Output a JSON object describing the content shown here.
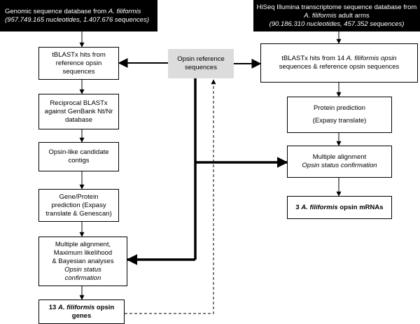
{
  "genomic_db": {
    "line1_a": "Genomic sequence database from ",
    "line1_species": "A. filiformis",
    "line2": "(957.749.165  nucleotides, 1.407.676 sequences)"
  },
  "transcriptome_db": {
    "line1": "HiSeq Illumina transcriptome sequence database from",
    "line2_species": "A. filiformis",
    "line2_b": " adult arms",
    "line3": "(90.186.310 nucleotides, 457.352 sequences)"
  },
  "opsin_reference": {
    "line1": "Opsin reference",
    "line2": "sequences"
  },
  "left_steps": {
    "tblastx": [
      "tBLASTx hits from",
      "reference opsin",
      "sequences"
    ],
    "reciprocal": [
      "Reciprocal BLASTx",
      "against GenBank Nt/Nr",
      "database"
    ],
    "candidates": [
      "Opsin-like candidate",
      "contigs"
    ],
    "prediction": [
      "Gene/Protein",
      "prediction (Expasy",
      "translate & Genescan)"
    ],
    "alignment": {
      "lines": [
        "Multiple alignment,",
        "Maximum likelihood",
        "& Bayesian analyses"
      ],
      "italic": [
        "Opsin status",
        "confirmation"
      ]
    },
    "result": {
      "count": "13 ",
      "species": "A. filiformis",
      "line1_b": " opsin",
      "line2": "genes"
    }
  },
  "right_steps": {
    "tblastx": {
      "line1_a": "tBLASTx hits from 14 ",
      "line1_species": "A. filiformis opsin",
      "line2": "sequences & reference opsin sequences"
    },
    "prediction": {
      "line1": "Protein prediction",
      "line2": "(Expasy translate)"
    },
    "alignment": {
      "line1": "Multiple alignment",
      "italic": "Opsin status confirmation"
    },
    "result": {
      "count": "3 ",
      "species": "A. filiformis",
      "rest": " opsin mRNAs"
    }
  }
}
